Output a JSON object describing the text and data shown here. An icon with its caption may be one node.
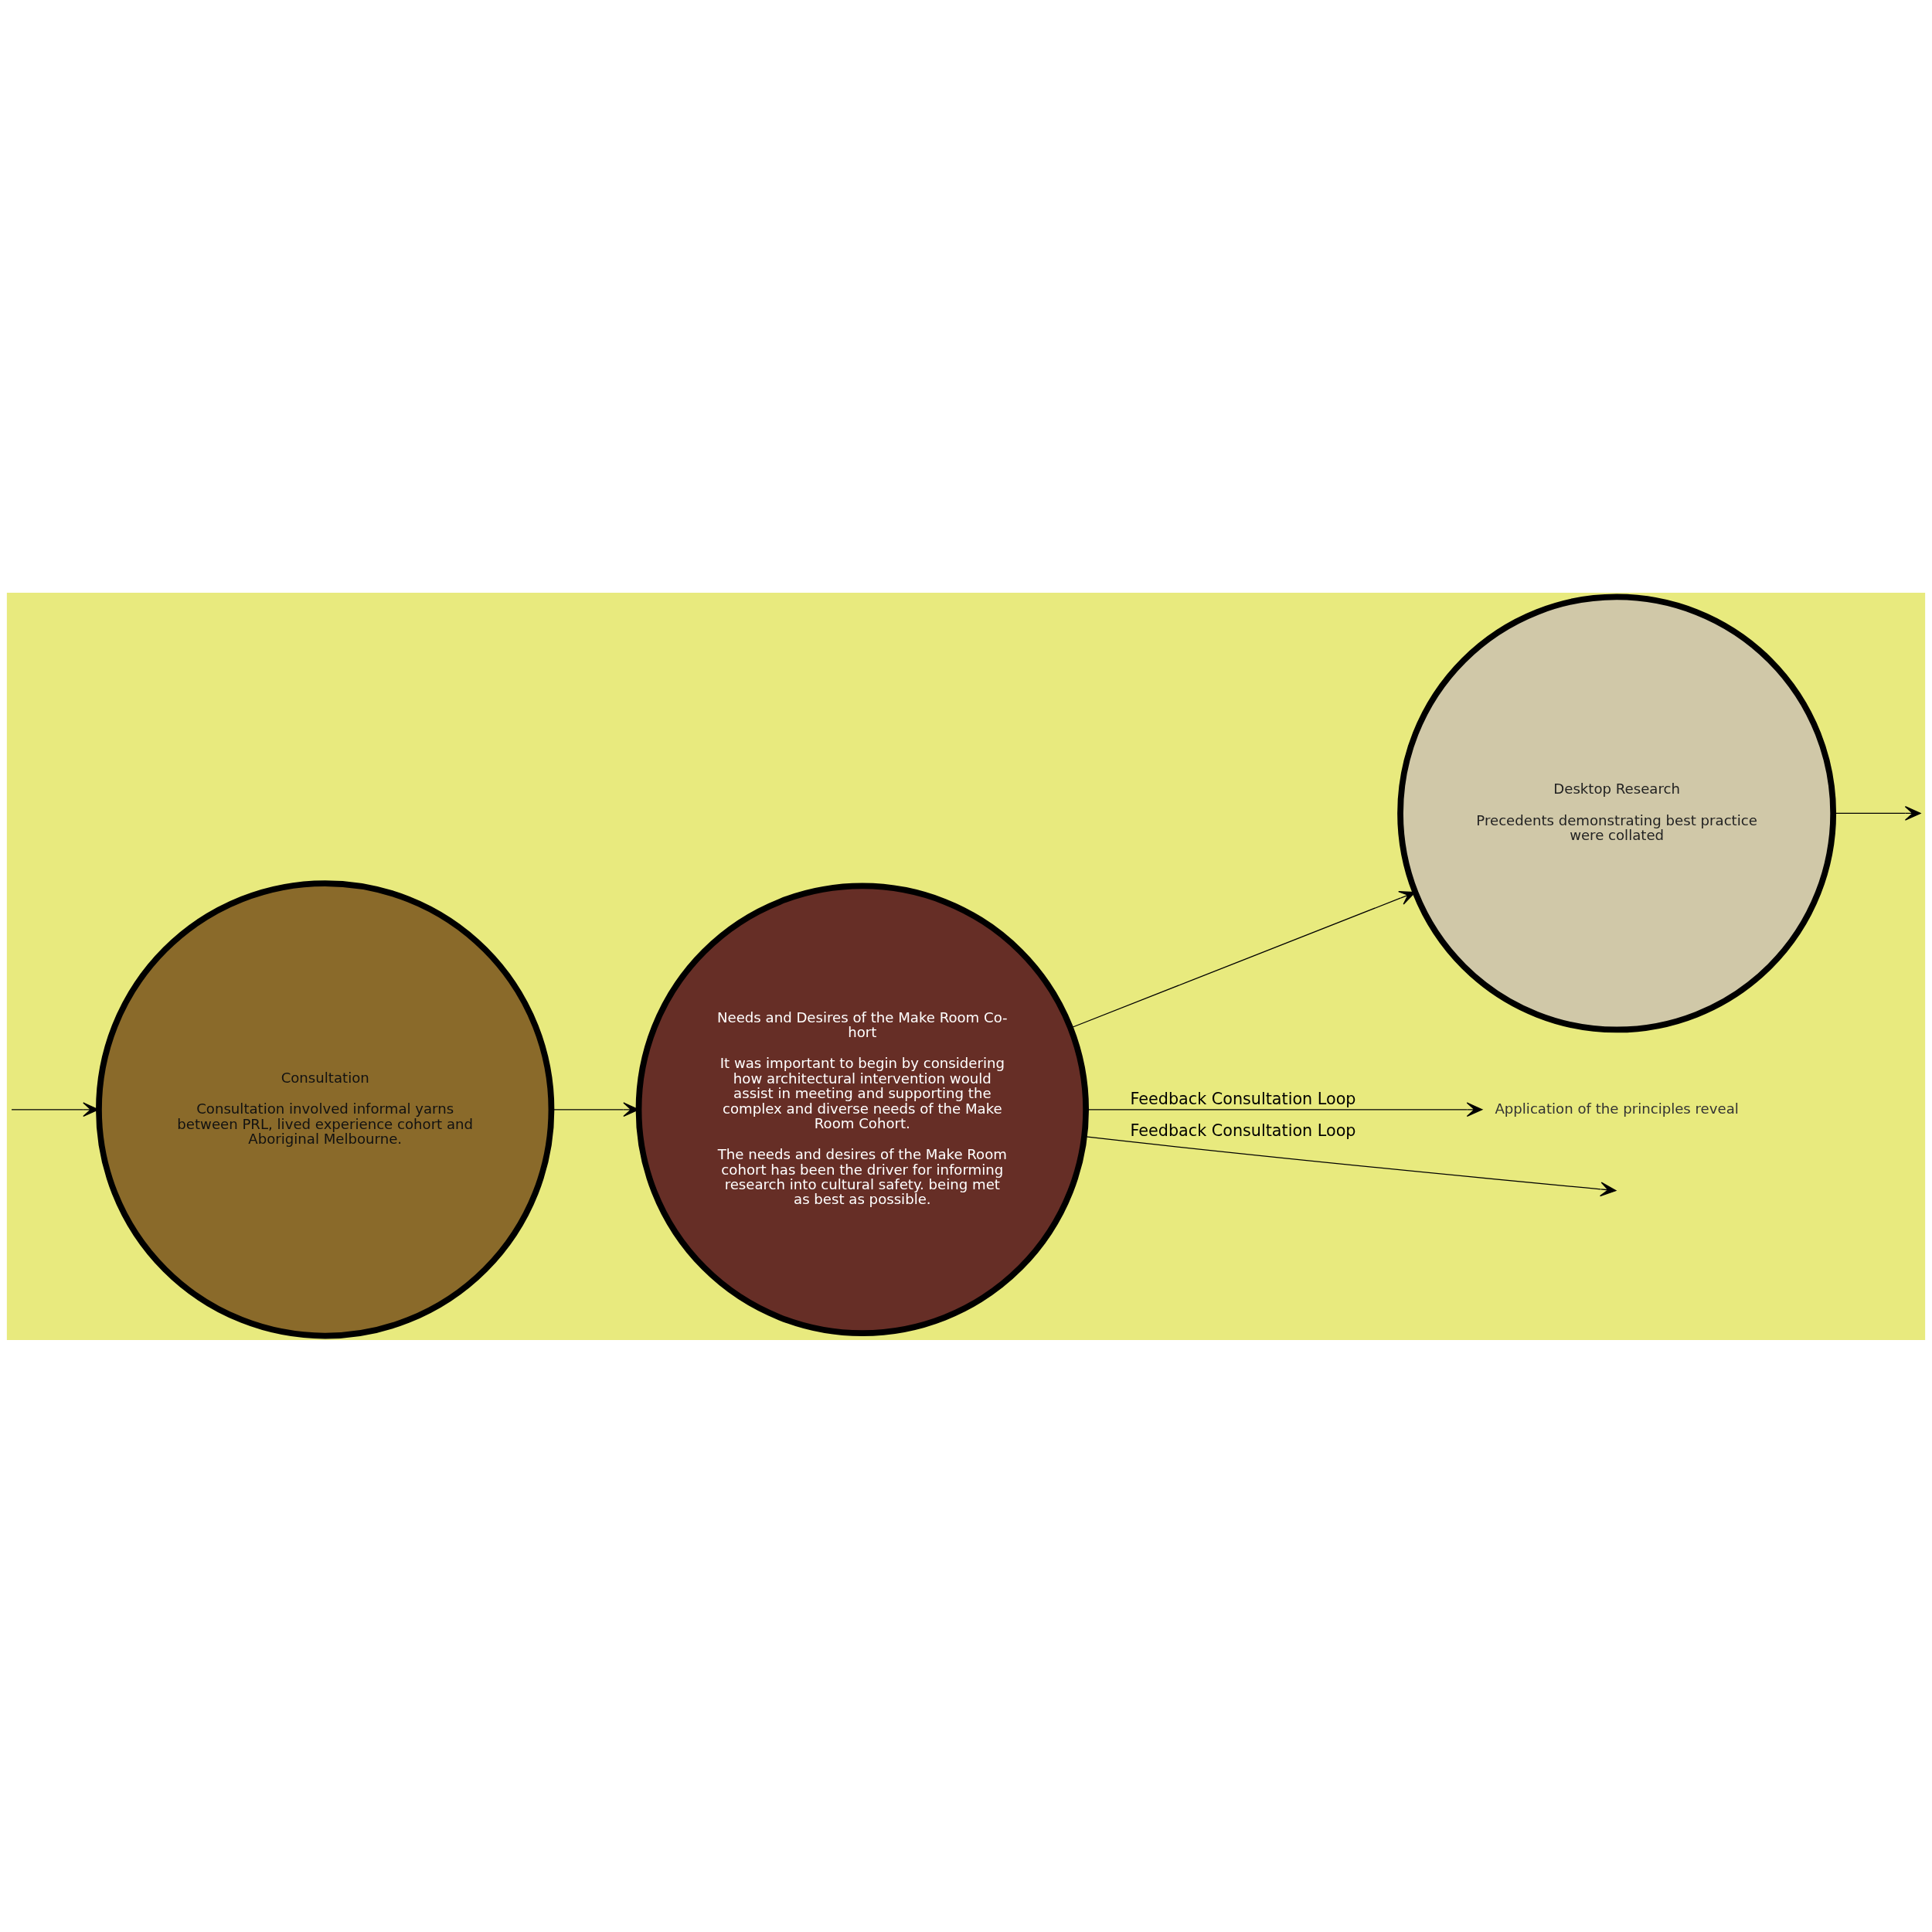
{
  "diagram": {
    "nodes": [
      {
        "text": [
          "Needs and Desires of the Make Room Co-hort",
          "It was important to begin by considering how architectural intervention would assist in meeting and supporting the complex and diverse needs of the Make Room Cohort.",
          "The needs and desires of the Make Room cohort has been the driver for informing research into cultural safety. being met as best as possible."
        ]
      },
      {
        "text": [
          "Desktop Research",
          "Precedents demonstrating best practice were collated"
        ]
      },
      {
        "text": [
          "Consultation",
          "Consultation involved informal yarns between PRL, lived experience cohort and Aboriginal Melbourne."
        ]
      },
      {
        "text": [
          "Application of the principles reveal"
        ]
      }
    ],
    "edges": [
      {
        "from": 0,
        "to": 1,
        "arrow": "to"
      },
      {
        "from": 1,
        "to": null,
        "arrow": "to"
      },
      {
        "from": 0,
        "to": null,
        "arrow": "to",
        "label": "Feedback Consultation Loop"
      },
      {
        "from": 0,
        "to": 3,
        "arrow": "to",
        "label": "Feedback Consultation Loop"
      },
      {
        "from": null,
        "to": 2,
        "arrow": "to"
      },
      {
        "from": 2,
        "to": 0,
        "arrow": "to"
      }
    ]
  }
}
